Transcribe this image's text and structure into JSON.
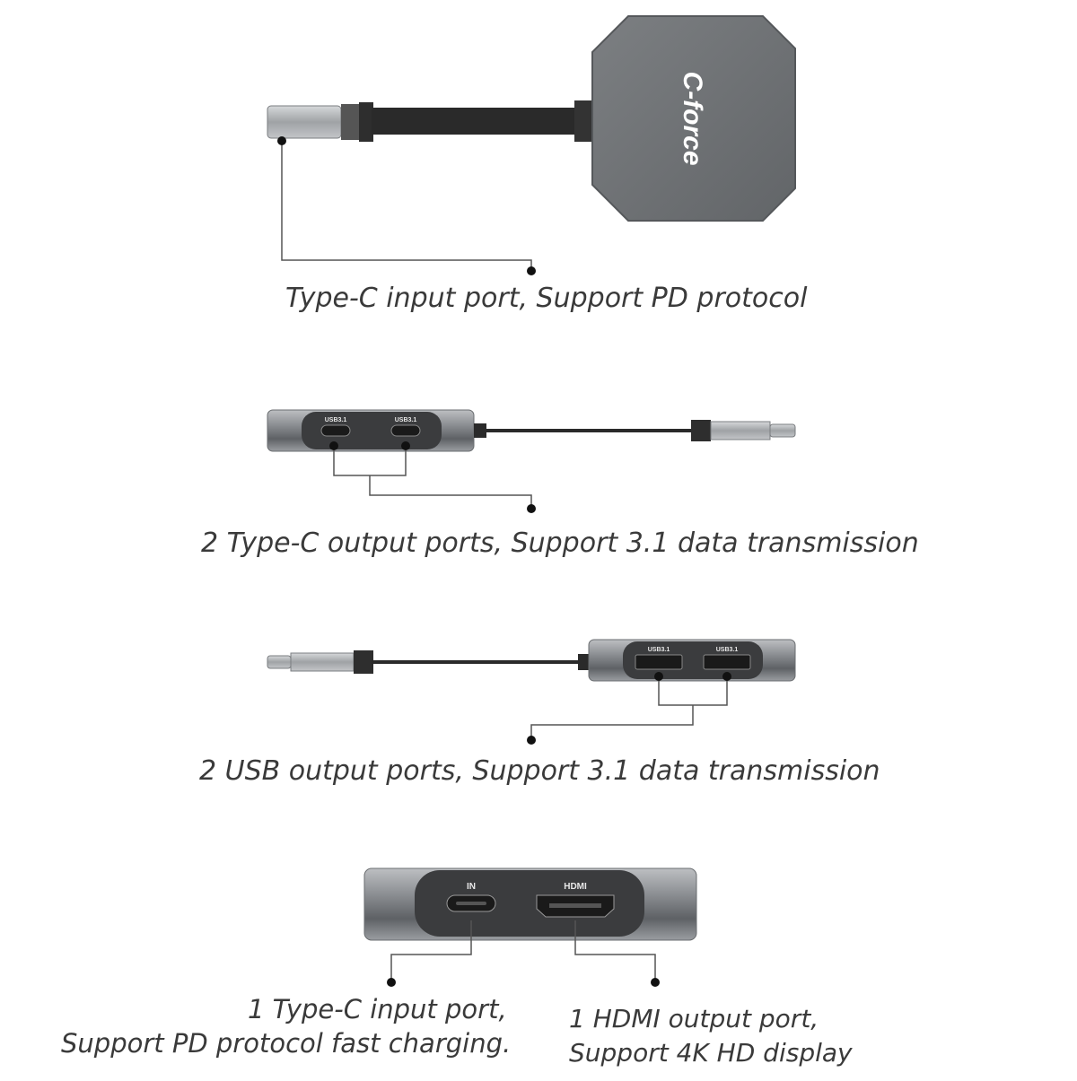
{
  "brand": {
    "logo_text": "C-force",
    "body_color": "#6f7174",
    "cable_color": "#2a2a2a"
  },
  "sections": [
    {
      "caption": "Type-C input port, Support PD protocol"
    },
    {
      "caption": "2 Type-C output ports, Support 3.1 data transmission",
      "port_labels": [
        "USB3.1",
        "USB3.1"
      ]
    },
    {
      "caption": "2 USB output ports, Support 3.1 data transmission",
      "port_labels": [
        "USB3.1",
        "USB3.1"
      ]
    },
    {
      "captions": [
        {
          "line1": "1 Type-C input port,",
          "line2": "Support PD protocol fast charging."
        },
        {
          "line1": "1 HDMI output port,",
          "line2": "Support 4K HD display"
        }
      ],
      "port_labels": [
        "IN",
        "HDMI"
      ]
    }
  ],
  "icons": [
    "usb-c-plug-icon",
    "usb-c-port-icon",
    "usb-a-port-icon",
    "hdmi-port-icon",
    "callout-dot-icon"
  ]
}
